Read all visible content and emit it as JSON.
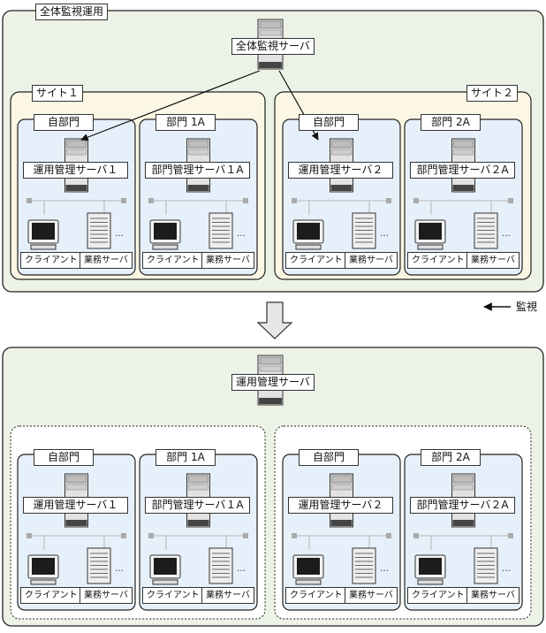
{
  "top": {
    "group_label": "全体監視運用",
    "central_server_label": "全体監視サーバ",
    "sites": [
      {
        "label": "サイト１",
        "depts": [
          {
            "label": "自部門",
            "server_label": "運用管理サーバ１",
            "client_label": "クライアント",
            "biz_label": "業務サーバ"
          },
          {
            "label": "部門 1A",
            "server_label": "部門管理サーバ１A",
            "client_label": "クライアント",
            "biz_label": "業務サーバ"
          }
        ]
      },
      {
        "label": "サイト２",
        "depts": [
          {
            "label": "自部門",
            "server_label": "運用管理サーバ２",
            "client_label": "クライアント",
            "biz_label": "業務サーバ"
          },
          {
            "label": "部門 2A",
            "server_label": "部門管理サーバ２A",
            "client_label": "クライアント",
            "biz_label": "業務サーバ"
          }
        ]
      }
    ]
  },
  "legend": {
    "label": "監視"
  },
  "bottom": {
    "server_label": "運用管理サーバ",
    "sites": [
      {
        "depts": [
          {
            "label": "自部門",
            "server_label": "運用管理サーバ１",
            "client_label": "クライアント",
            "biz_label": "業務サーバ"
          },
          {
            "label": "部門 1A",
            "server_label": "部門管理サーバ１A",
            "client_label": "クライアント",
            "biz_label": "業務サーバ"
          }
        ]
      },
      {
        "depts": [
          {
            "label": "自部門",
            "server_label": "運用管理サーバ２",
            "client_label": "クライアント",
            "biz_label": "業務サーバ"
          },
          {
            "label": "部門 2A",
            "server_label": "部門管理サーバ２A",
            "client_label": "クライアント",
            "biz_label": "業務サーバ"
          }
        ]
      }
    ]
  },
  "colors": {
    "outer_fill": "#edf2e6",
    "site_fill": "#fbf7e4",
    "dept_fill": "#e6f0fb",
    "arrow_fill": "#e6e6e6"
  },
  "icons": {
    "tower": "server-tower-icon",
    "client": "desktop-computer-icon",
    "rack": "rack-server-icon",
    "down": "down-arrow-icon",
    "monitor": "left-arrow-icon"
  }
}
